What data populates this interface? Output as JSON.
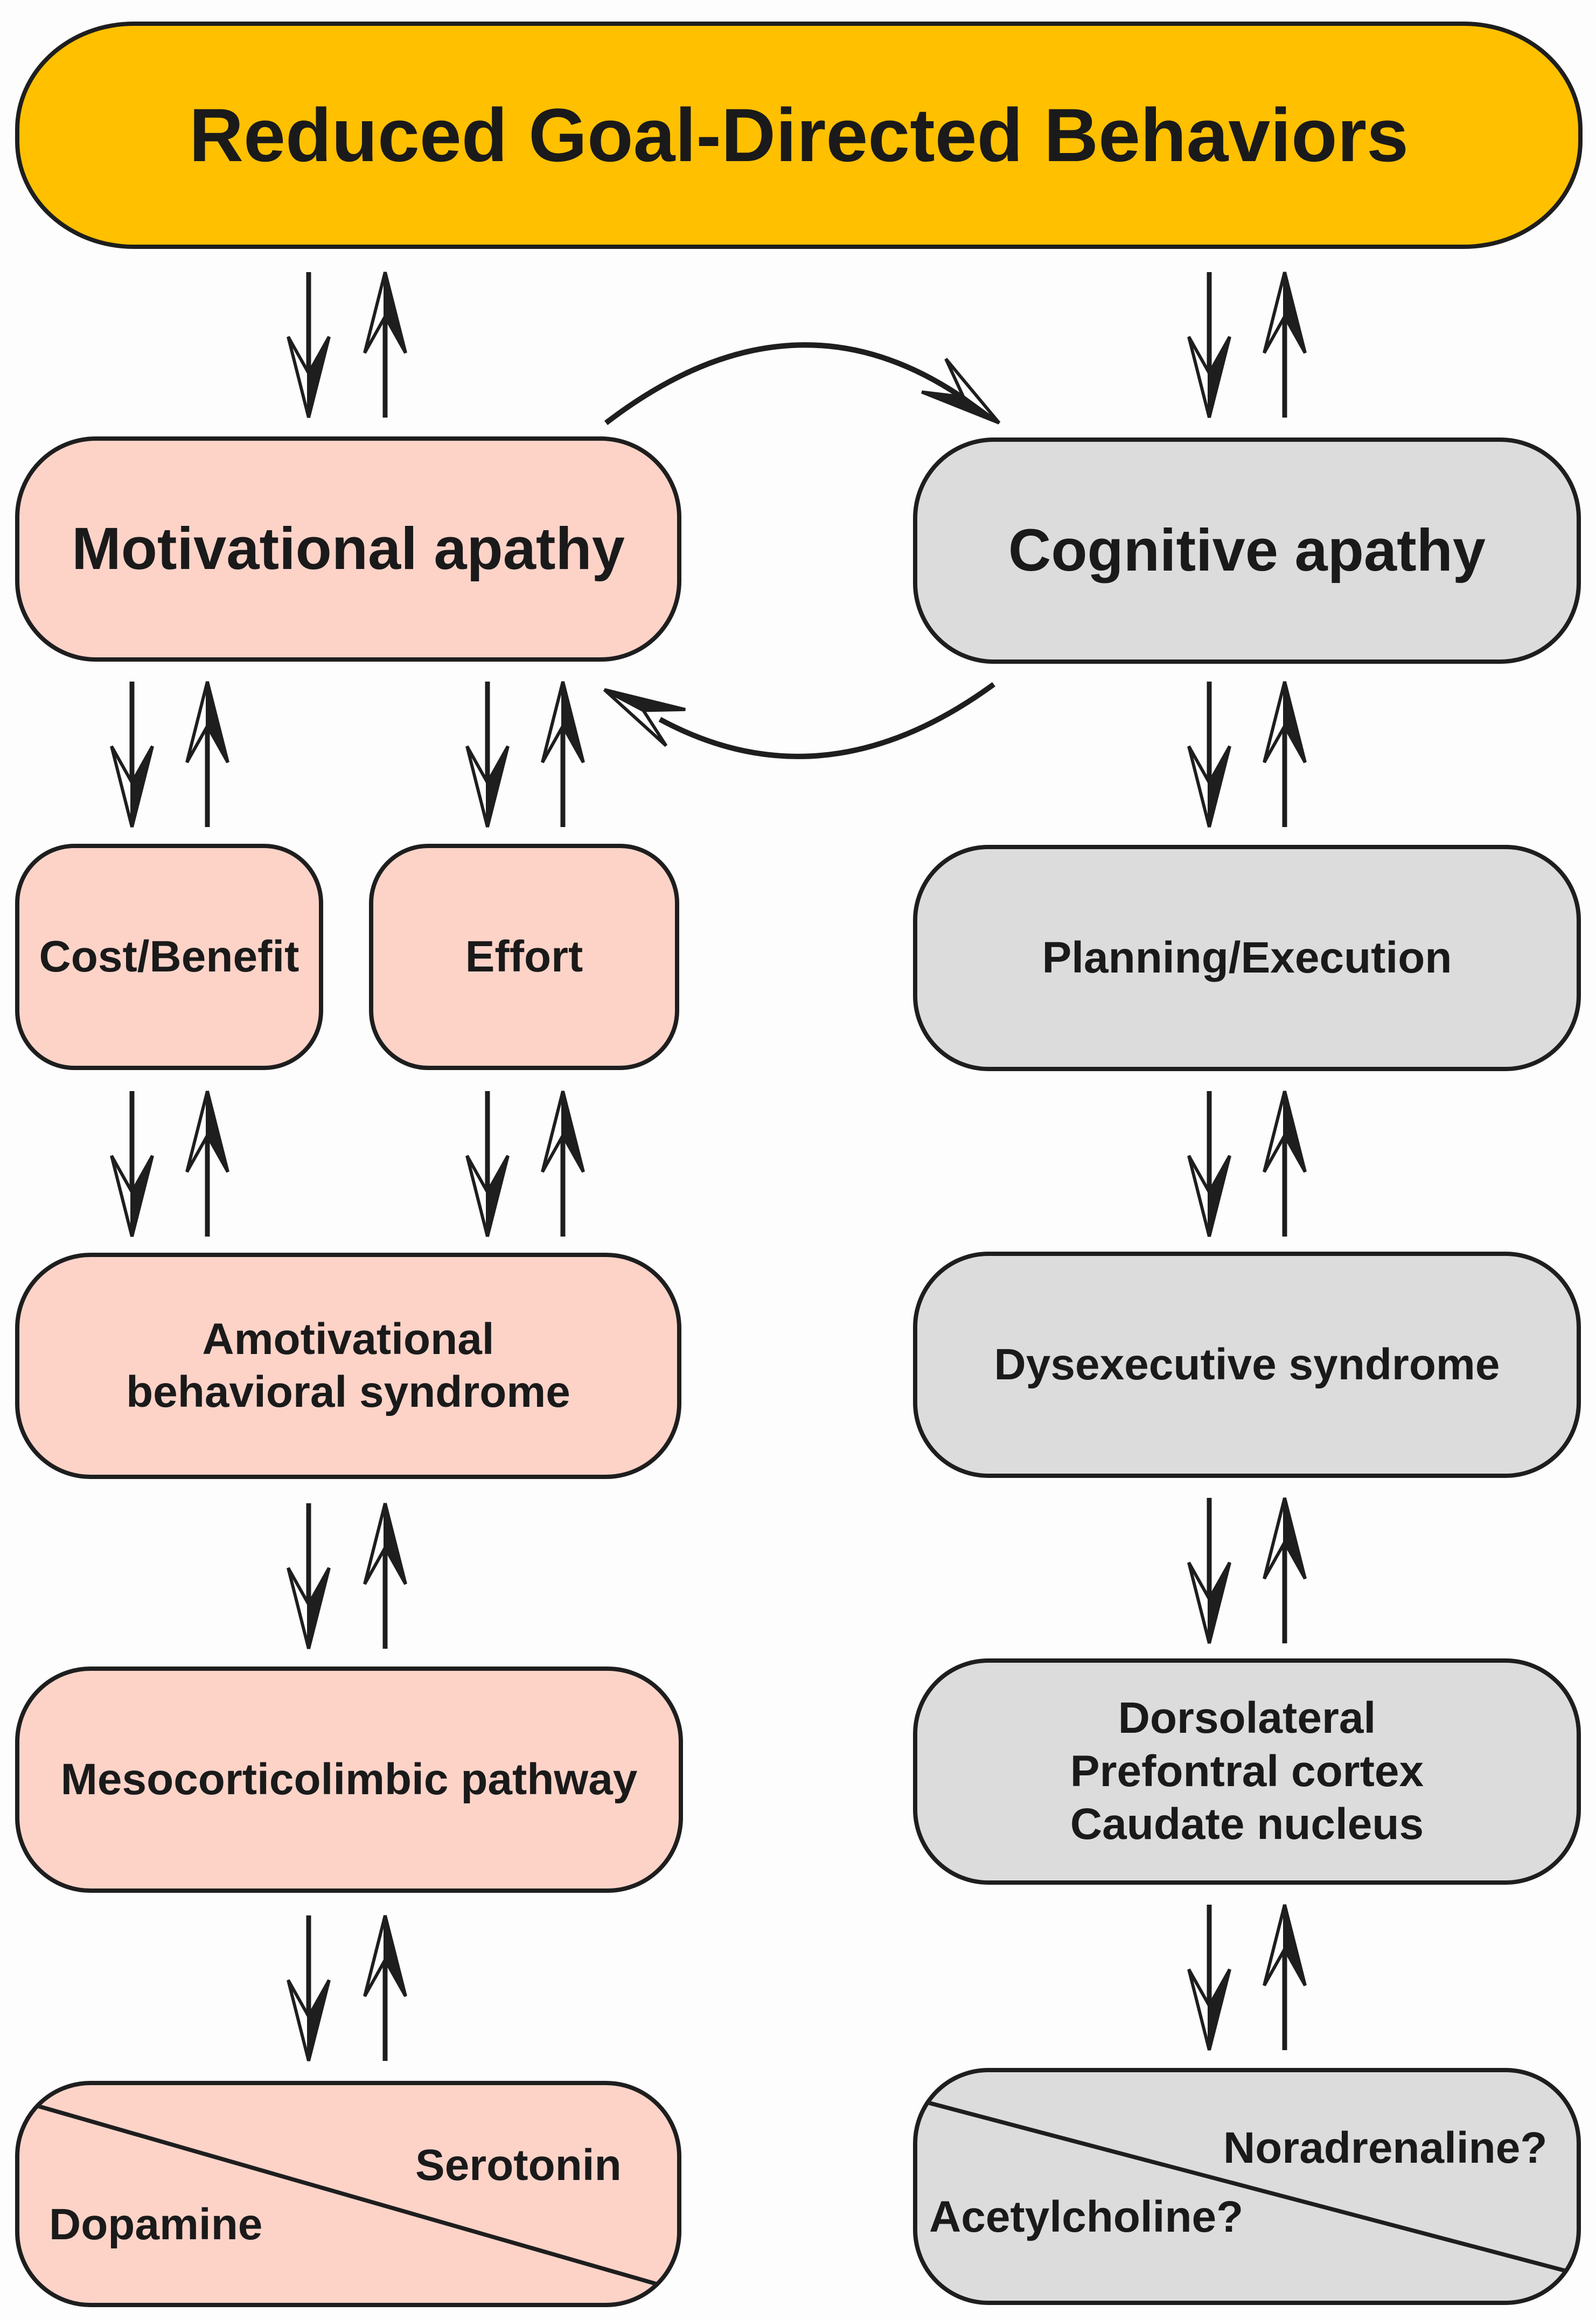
{
  "top": {
    "label": "Reduced Goal-Directed Behaviors"
  },
  "motivational": {
    "title": "Motivational apathy",
    "cost_benefit": "Cost/Benefit",
    "effort": "Effort",
    "syndrome": [
      "Amotivational",
      "behavioral syndrome"
    ],
    "pathway": "Mesocorticolimbic pathway",
    "neuro": {
      "upper": "Serotonin",
      "lower": "Dopamine"
    }
  },
  "cognitive": {
    "title": "Cognitive apathy",
    "planning": "Planning/Execution",
    "syndrome": "Dysexecutive syndrome",
    "regions": [
      "Dorsolateral",
      "Prefontral cortex",
      "Caudate nucleus"
    ],
    "neuro": {
      "upper": "Noradrenaline?",
      "lower": "Acetylcholine?"
    }
  },
  "colors": {
    "top_fill": "#ffc000",
    "motivational_fill": "#fdd3c8",
    "cognitive_fill": "#dcdcdc",
    "stroke": "#1e1e1e"
  }
}
